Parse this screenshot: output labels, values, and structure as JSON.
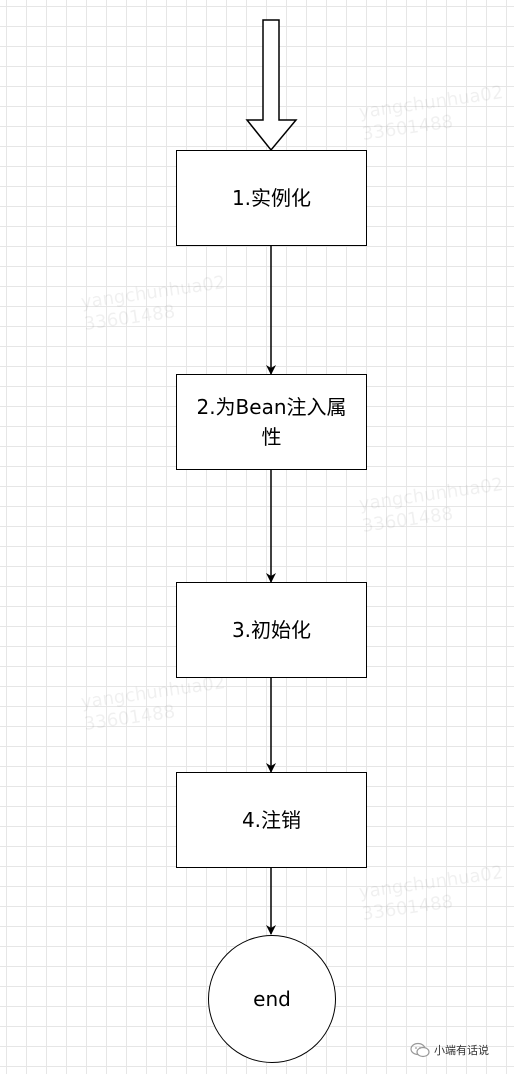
{
  "diagram": {
    "steps": [
      {
        "label": "1.实例化"
      },
      {
        "label": "2.为Bean注入属性"
      },
      {
        "label": "3.初始化"
      },
      {
        "label": "4.注销"
      }
    ],
    "end": {
      "label": "end"
    }
  },
  "watermarks": [
    "yangchunhua02\n33601488",
    "yangchunhua02\n33601488",
    "yangchunhua02\n33601488",
    "yangchunhua02\n33601488",
    "yangchunhua02\n33601488"
  ],
  "badge": {
    "text": "小端有话说",
    "icon": "wechat-icon"
  }
}
